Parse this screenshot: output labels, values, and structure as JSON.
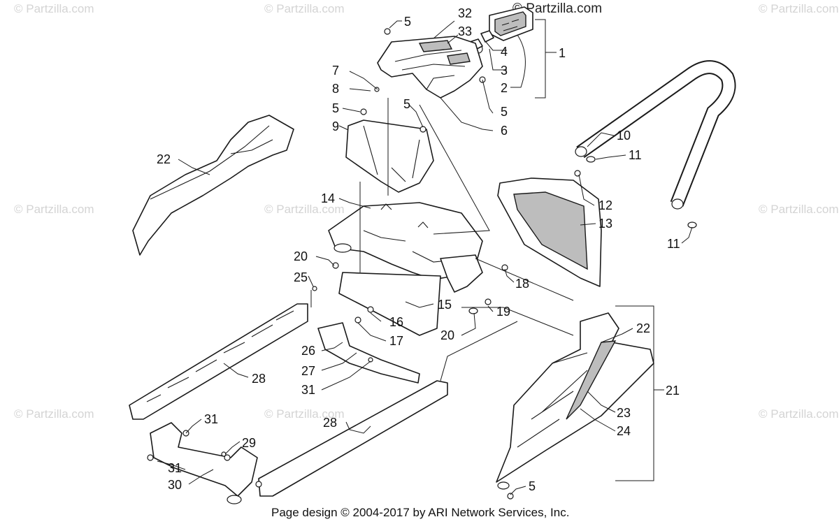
{
  "watermark": {
    "text": "© Partzilla.com",
    "top_text": "© Partzilla.com"
  },
  "credit": "Page design © 2004-2017 by ARI Network Services, Inc.",
  "callouts": [
    {
      "id": "c1",
      "text": "1"
    },
    {
      "id": "c2",
      "text": "2"
    },
    {
      "id": "c3",
      "text": "3"
    },
    {
      "id": "c4",
      "text": "4"
    },
    {
      "id": "c5a",
      "text": "5"
    },
    {
      "id": "c5b",
      "text": "5"
    },
    {
      "id": "c5c",
      "text": "5"
    },
    {
      "id": "c5d",
      "text": "5"
    },
    {
      "id": "c5e",
      "text": "5"
    },
    {
      "id": "c6",
      "text": "6"
    },
    {
      "id": "c7",
      "text": "7"
    },
    {
      "id": "c8",
      "text": "8"
    },
    {
      "id": "c9",
      "text": "9"
    },
    {
      "id": "c10",
      "text": "10"
    },
    {
      "id": "c11a",
      "text": "11"
    },
    {
      "id": "c11b",
      "text": "11"
    },
    {
      "id": "c12",
      "text": "12"
    },
    {
      "id": "c13",
      "text": "13"
    },
    {
      "id": "c14",
      "text": "14"
    },
    {
      "id": "c15",
      "text": "15"
    },
    {
      "id": "c16",
      "text": "16"
    },
    {
      "id": "c17",
      "text": "17"
    },
    {
      "id": "c18",
      "text": "18"
    },
    {
      "id": "c19",
      "text": "19"
    },
    {
      "id": "c20a",
      "text": "20"
    },
    {
      "id": "c20b",
      "text": "20"
    },
    {
      "id": "c21",
      "text": "21"
    },
    {
      "id": "c22a",
      "text": "22"
    },
    {
      "id": "c22b",
      "text": "22"
    },
    {
      "id": "c23",
      "text": "23"
    },
    {
      "id": "c24",
      "text": "24"
    },
    {
      "id": "c25",
      "text": "25"
    },
    {
      "id": "c26",
      "text": "26"
    },
    {
      "id": "c27",
      "text": "27"
    },
    {
      "id": "c28a",
      "text": "28"
    },
    {
      "id": "c28b",
      "text": "28"
    },
    {
      "id": "c29",
      "text": "29"
    },
    {
      "id": "c30",
      "text": "30"
    },
    {
      "id": "c31a",
      "text": "31"
    },
    {
      "id": "c31b",
      "text": "31"
    },
    {
      "id": "c31c",
      "text": "31"
    },
    {
      "id": "c32",
      "text": "32"
    },
    {
      "id": "c33",
      "text": "33"
    }
  ]
}
